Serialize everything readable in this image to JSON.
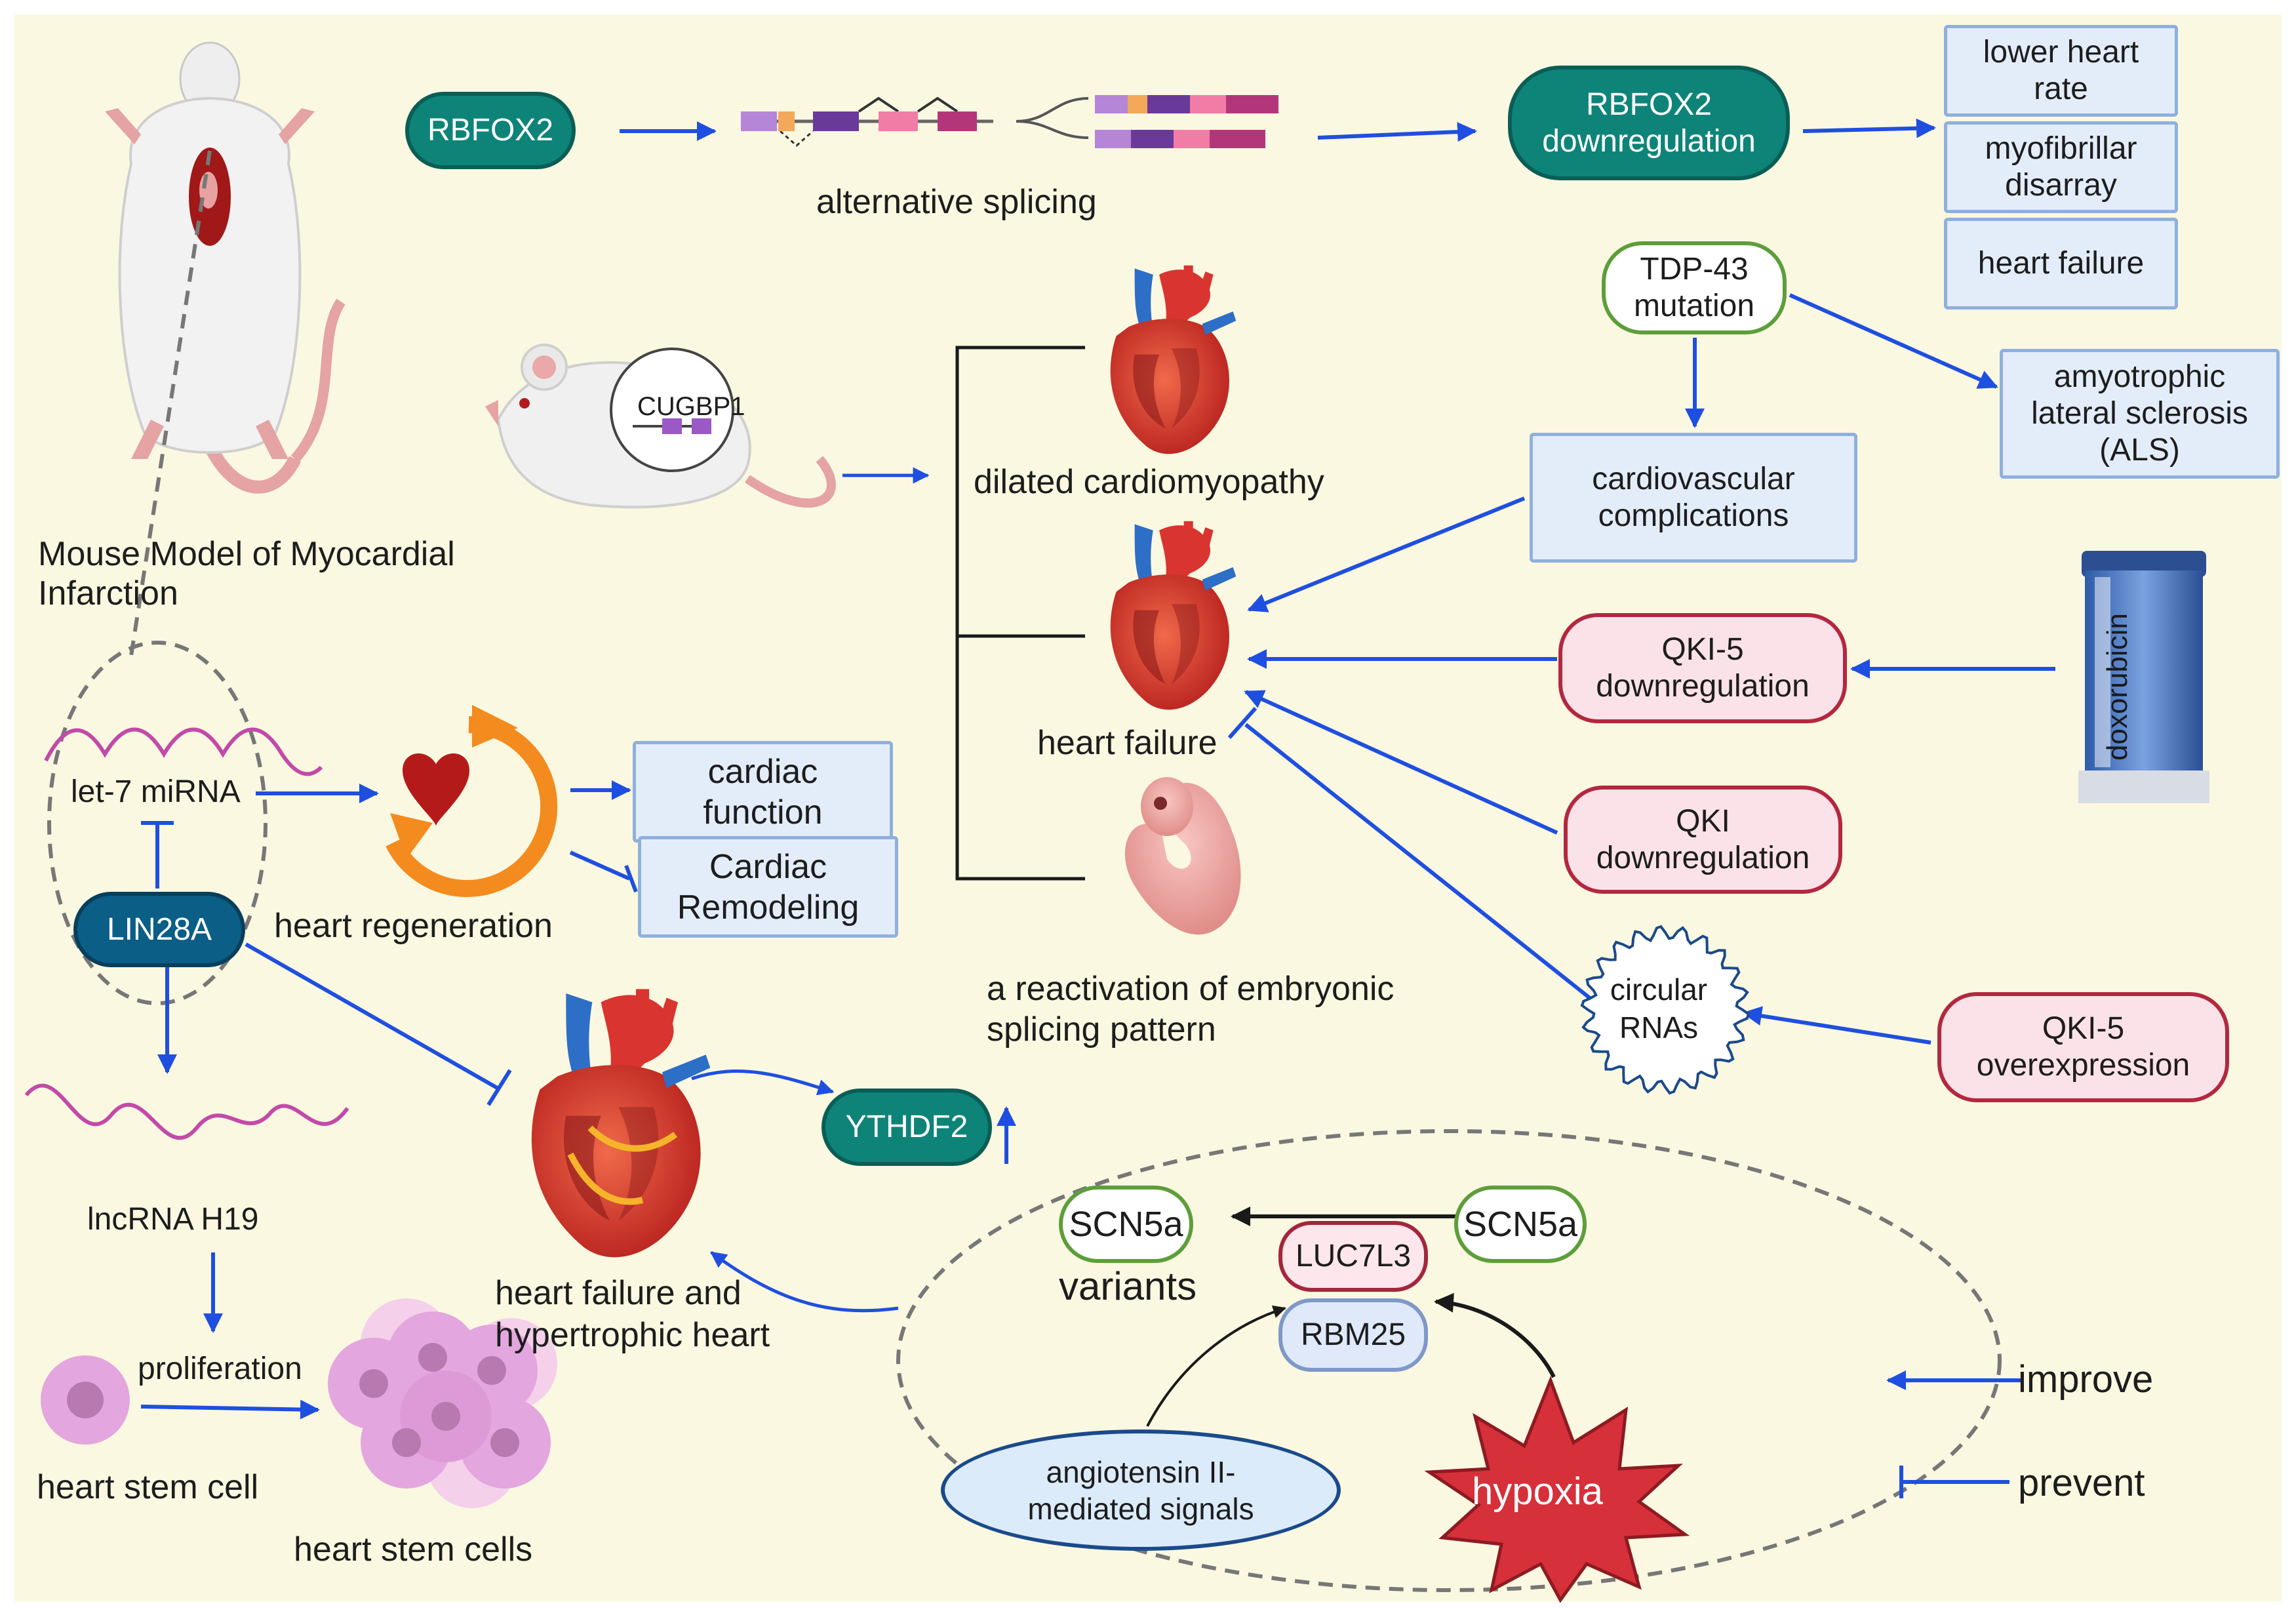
{
  "labels": {
    "mouse_model": "Mouse Model of Myocardial Infarction",
    "alternative_splicing": "alternative splicing",
    "let7": "let-7 miRNA",
    "heart_regeneration": "heart regeneration",
    "lncrna": "lncRNA H19",
    "proliferation": "proliferation",
    "heart_stem_cell": "heart stem cell",
    "heart_stem_cells": "heart stem cells",
    "dilated_cm": "dilated cardiomyopathy",
    "heart_failure_center": "heart failure",
    "reactivation": "a reactivation of embryonic splicing pattern",
    "hf_hypertrophic": "heart failure and hypertrophic heart",
    "variants": "variants",
    "doxorubicin": "doxorubicin",
    "cugbp1": "CUGBP1",
    "circular_rnas": "circular RNAs",
    "hypoxia": "hypoxia"
  },
  "nodes": {
    "rbfox2": "RBFOX2",
    "rbfox2_down": "RBFOX2 downregulation",
    "lower_heart_rate": "lower heart rate",
    "myofibrillar": "myofibrillar disarray",
    "heart_failure_box": "heart failure",
    "tdp43": "TDP-43 mutation",
    "als": "amyotrophic lateral sclerosis (ALS)",
    "cardio_comp": "cardiovascular complications",
    "qki5_down": "QKI-5 downregulation",
    "qki_down": "QKI downregulation",
    "qki5_over": "QKI-5 overexpression",
    "cardiac_function": "cardiac function",
    "cardiac_remodeling": "Cardiac Remodeling",
    "lin28a": "LIN28A",
    "ythdf2": "YTHDF2",
    "scn5a_variant": "SCN5a",
    "scn5a_right": "SCN5a",
    "luc7l3": "LUC7L3",
    "rbm25": "RBM25",
    "angiotensin": "angiotensin II-mediated signals"
  },
  "legend": {
    "improve": "improve",
    "prevent": "prevent"
  },
  "colors": {
    "background": "#fbf8e1",
    "arrow_blue": "#1f4fe0",
    "teal": "#0e8479",
    "navy": "#0b5e86",
    "box_blue": "#e3edfa",
    "pink": "#fbe2e8",
    "heart_red": "#d93a36"
  }
}
